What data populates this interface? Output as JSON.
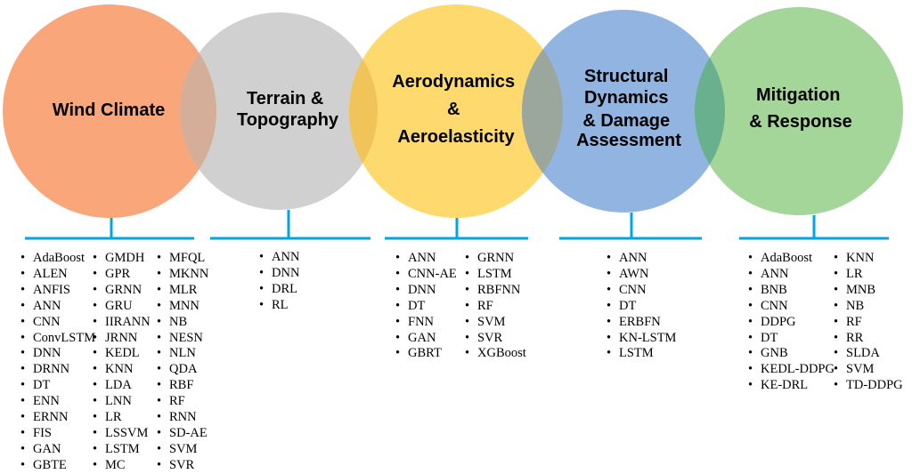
{
  "colors": {
    "connector": "#00a6e2"
  },
  "domains": [
    {
      "title_lines": [
        "Wind Climate"
      ],
      "fill": "#f8a67a",
      "overlap_fill": "#d5ae9a",
      "columns": [
        [
          "AdaBoost",
          "ALEN",
          "ANFIS",
          "ANN",
          "CNN",
          "ConvLSTM",
          "DNN",
          "DRNN",
          "DT",
          "ENN",
          "ERNN",
          "FIS",
          "GAN",
          "GBTE"
        ],
        [
          "GMDH",
          "GPR",
          "GRNN",
          "GRU",
          "IIRANN",
          "JRNN",
          "KEDL",
          "KNN",
          "LDA",
          "LNN",
          "LR",
          "LSSVM",
          "LSTM",
          "MC"
        ],
        [
          "MFQL",
          "MKNN",
          "MLR",
          "MNN",
          "NB",
          "NESN",
          "NLN",
          "QDA",
          "RBF",
          "RF",
          "RNN",
          "SD-AE",
          "SVM",
          "SVR"
        ]
      ]
    },
    {
      "title_lines": [
        "Terrain &",
        "Topography"
      ],
      "fill": "#d0d0d0",
      "overlap_fill": "#f0c458",
      "columns": [
        [
          "ANN",
          "DNN",
          "DRL",
          "RL"
        ]
      ]
    },
    {
      "title_lines": [
        "Aerodynamics",
        "&",
        "Aeroelasticity"
      ],
      "fill": "#fdd96e",
      "overlap_fill": "#9ba79c",
      "columns": [
        [
          "ANN",
          "CNN-AE",
          "DNN",
          "DT",
          "FNN",
          "GAN",
          "GBRT"
        ],
        [
          "GRNN",
          "LSTM",
          "RBFNN",
          "RF",
          "SVM",
          "SVR",
          "XGBoost"
        ]
      ]
    },
    {
      "title_lines": [
        "Structural",
        "Dynamics",
        "& Damage",
        "Assessment"
      ],
      "fill": "#91b4e0",
      "overlap_fill": "#69b08f",
      "columns": [
        [
          "ANN",
          "AWN",
          "CNN",
          "DT",
          "ERBFN",
          "KN-LSTM",
          "LSTM"
        ]
      ]
    },
    {
      "title_lines": [
        "Mitigation",
        "& Response"
      ],
      "fill": "#a4d699",
      "columns": [
        [
          "AdaBoost",
          "ANN",
          "BNB",
          "CNN",
          "DDPG",
          "DT",
          "GNB",
          "KEDL-DDPG",
          "KE-DRL"
        ],
        [
          "KNN",
          "LR",
          "MNB",
          "NB",
          "RF",
          "RR",
          "SLDA",
          "SVM",
          "TD-DDPG"
        ]
      ]
    }
  ]
}
